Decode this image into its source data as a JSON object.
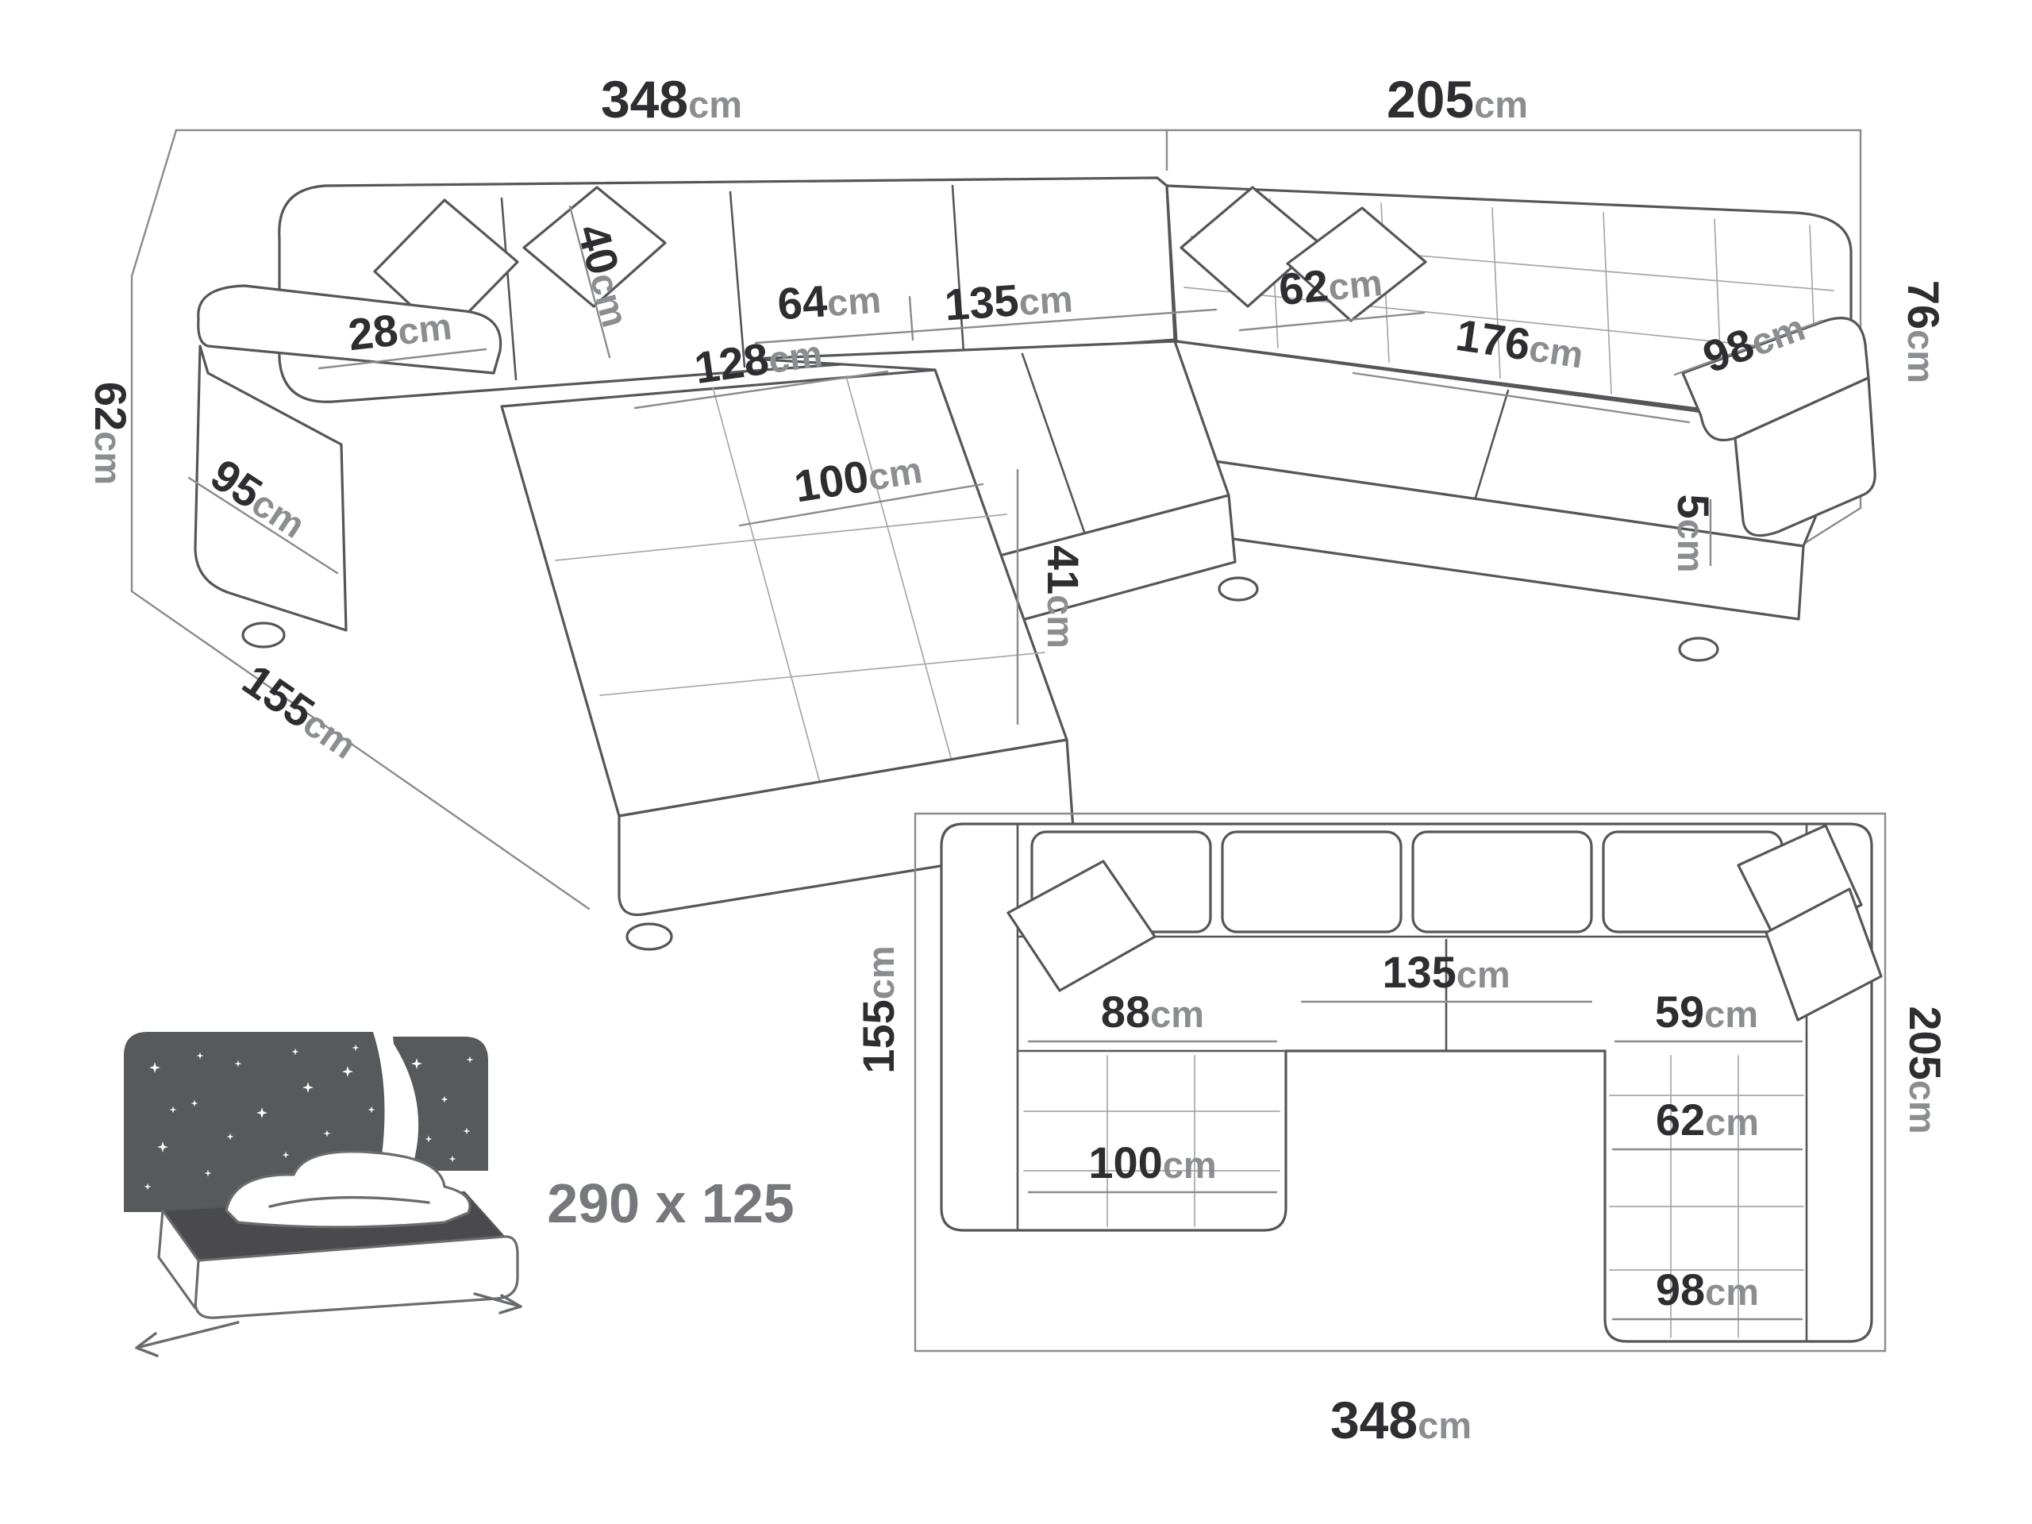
{
  "palette": {
    "line": "#55565a",
    "thin_line": "#8a8b8e",
    "number": "#2e2e31",
    "unit": "#8b8d90",
    "bed_panel": "#58595b",
    "size_text": "#77787b",
    "background": "#ffffff"
  },
  "persp": {
    "dims": [
      {
        "value": "348",
        "unit": "cm"
      },
      {
        "value": "205",
        "unit": "cm"
      },
      {
        "value": "76",
        "unit": "cm"
      },
      {
        "value": "62",
        "unit": "cm"
      },
      {
        "value": "155",
        "unit": "cm"
      },
      {
        "value": "40",
        "unit": "cm"
      },
      {
        "value": "28",
        "unit": "cm"
      },
      {
        "value": "64",
        "unit": "cm"
      },
      {
        "value": "135",
        "unit": "cm"
      },
      {
        "value": "62",
        "unit": "cm"
      },
      {
        "value": "176",
        "unit": "cm"
      },
      {
        "value": "98",
        "unit": "cm"
      },
      {
        "value": "128",
        "unit": "cm"
      },
      {
        "value": "95",
        "unit": "cm"
      },
      {
        "value": "100",
        "unit": "cm"
      },
      {
        "value": "41",
        "unit": "cm"
      },
      {
        "value": "5",
        "unit": "cm"
      }
    ]
  },
  "plan": {
    "dims": [
      {
        "value": "155",
        "unit": "cm"
      },
      {
        "value": "205",
        "unit": "cm"
      },
      {
        "value": "135",
        "unit": "cm"
      },
      {
        "value": "88",
        "unit": "cm"
      },
      {
        "value": "59",
        "unit": "cm"
      },
      {
        "value": "62",
        "unit": "cm"
      },
      {
        "value": "100",
        "unit": "cm"
      },
      {
        "value": "98",
        "unit": "cm"
      },
      {
        "value": "348",
        "unit": "cm"
      }
    ]
  },
  "bed": {
    "size_label": "290 x 125"
  }
}
